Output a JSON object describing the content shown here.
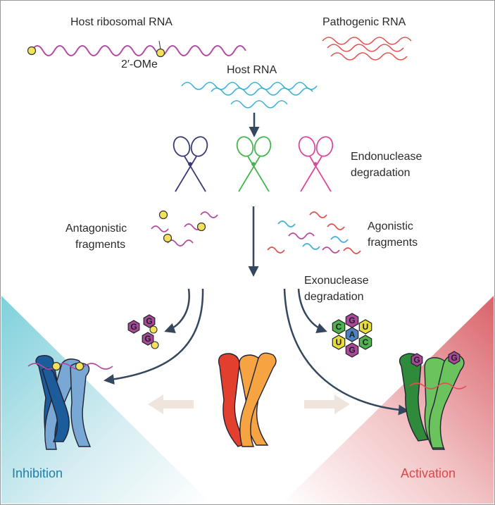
{
  "labels": {
    "host_ribosomal_rna": "Host ribosomal RNA",
    "two_ome": "2′-OMe",
    "pathogenic_rna": "Pathogenic RNA",
    "host_rna": "Host RNA",
    "endonuclease_line1": "Endonuclease",
    "endonuclease_line2": "degradation",
    "antagonistic_line1": "Antagonistic",
    "antagonistic_line2": "fragments",
    "agonistic_line1": "Agonistic",
    "agonistic_line2": "fragments",
    "exonuclease_line1": "Exonuclease",
    "exonuclease_line2": "degradation",
    "inhibition": "Inhibition",
    "activation": "Activation"
  },
  "nucleotides": {
    "left_cluster": [
      "G",
      "G",
      "G"
    ],
    "right_cluster": [
      "C",
      "G",
      "U",
      "A",
      "U",
      "C",
      "G"
    ],
    "activated_receptor": [
      "G",
      "G"
    ]
  },
  "colors": {
    "host_ribosomal": "#b44aa0",
    "pathogenic": "#e0524f",
    "host_rna": "#3fb0d8",
    "arrow": "#34475e",
    "inhibition": "#1f7fa8",
    "activation": "#d94a4a",
    "modification_dot": "#f3e25a"
  }
}
